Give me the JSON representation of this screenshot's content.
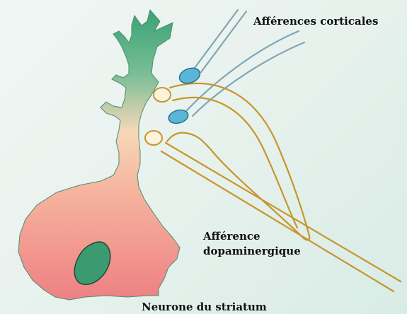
{
  "labels": {
    "cortical_afferents": "Afférences corticales",
    "dopaminergic_afferent_line1": "Afférence",
    "dopaminergic_afferent_line2": "dopaminergique",
    "striatal_neuron": "Neurone du striatum"
  },
  "colors": {
    "background": "#e6f1ec",
    "neuron_top": "#3aa276",
    "neuron_mid": "#f7d3b4",
    "neuron_bottom": "#ee8586",
    "nucleus": "#3c9a70",
    "cortical_fibre": "#7fa6b6",
    "cortical_bouton": "#5ab6d6",
    "dopaminergic_fibre": "#c6962c",
    "dopaminergic_bouton": "#fbf3dd"
  }
}
